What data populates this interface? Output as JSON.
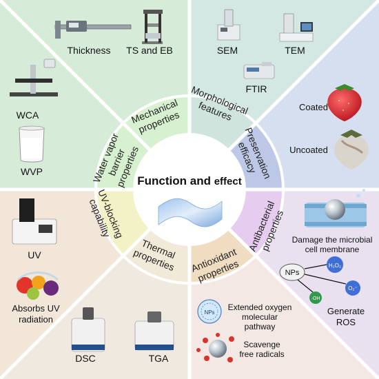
{
  "center": {
    "title_bold": "Function and",
    "title_rest": "effect"
  },
  "ring": {
    "mechanical": [
      "Mechanical",
      "properties"
    ],
    "morphological": [
      "Morphological",
      "features"
    ],
    "preservation": [
      "Preservation",
      "efficacy"
    ],
    "antibacterial": [
      "Antibacterial",
      "properties"
    ],
    "antioxidant": [
      "Antioxidant",
      "properties"
    ],
    "thermal": [
      "Thermal",
      "properties"
    ],
    "uv_blocking": [
      "UV-blocking",
      "capability"
    ],
    "water_vapor": [
      "Water vapor",
      "barrier",
      "properties"
    ]
  },
  "outer": {
    "thickness": "Thickness",
    "ts_eb": "TS and EB",
    "sem": "SEM",
    "tem": "TEM",
    "ftir": "FTIR",
    "coated": "Coated",
    "uncoated": "Uncoated",
    "damage": [
      "Damage the microbial",
      "cell membrane"
    ],
    "nps": "NPs",
    "h2o2": "H₂O₂",
    "oh": "·OH",
    "o2": "O₂⁻",
    "generate": [
      "Generate",
      "ROS"
    ],
    "extended": [
      "Extended oxygen",
      "molecular",
      "pathway"
    ],
    "scavenge": [
      "Scavenge",
      "free radicals"
    ],
    "np_sphere": "NPs",
    "dsc": "DSC",
    "tga": "TGA",
    "uv": "UV",
    "absorbs": [
      "Absorbs UV",
      "radiation"
    ],
    "wca": "WCA",
    "wvp": "WVP"
  },
  "colors": {
    "green_bg": "#d6ecd9",
    "teal_bg": "#d3e7e3",
    "blue_bg": "#d6dfef",
    "lavender_bg": "#e9e1f0",
    "peach_bg": "#f2e6d9",
    "beige_bg": "#efe9df",
    "mech_ring": "#d7f0cf",
    "morph_ring": "#cfe4dd",
    "pres_ring": "#bcc8e6",
    "anti_ring": "#e6ccef",
    "antiox_ring": "#f0dcc0",
    "thermal_ring": "#f1ead8",
    "uv_ring": "#f3f1c6",
    "water_ring": "#d7f0cf"
  }
}
